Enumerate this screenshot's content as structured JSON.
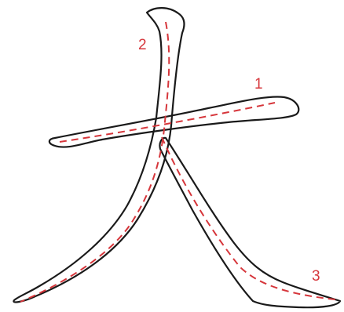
{
  "stroke_numbers": [
    "1",
    "2",
    "3"
  ],
  "colors": {
    "outline": "#1a1a1a",
    "guide": "#d6363b",
    "background": "#ffffff"
  }
}
